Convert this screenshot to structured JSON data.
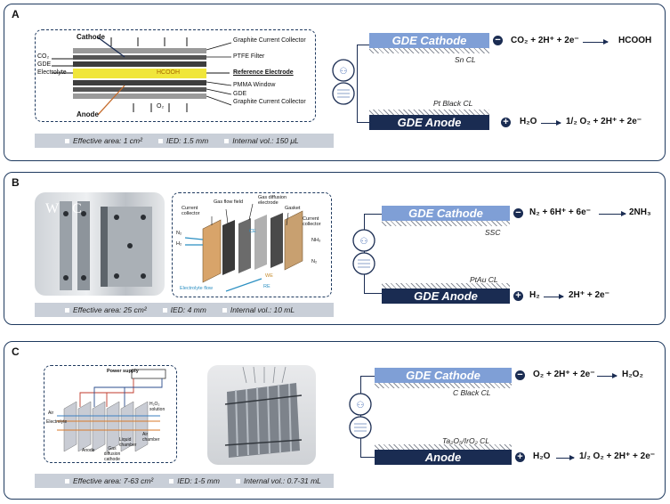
{
  "panels": [
    {
      "label": "A",
      "info": [
        "Effective area: 1 cm²",
        "IED: 1.5 mm",
        "Internal vol.: 150 μL"
      ],
      "schematic_labels": {
        "cathode": "Cathode",
        "co2": "CO₂",
        "gde_left": "GDE",
        "electrolyte": "Electrolyte",
        "hcooh": "HCOOH",
        "o2": "O₂",
        "anode": "Anode",
        "right": [
          "Graphite Current Collector",
          "PTFE Filter",
          "Reference Electrode",
          "PMMA Window",
          "GDE",
          "Graphite Current Collector"
        ]
      },
      "cathode_label": "GDE Cathode",
      "cathode_cl": "Sn CL",
      "anode_label": "GDE Anode",
      "anode_cl": "Pt Black CL",
      "cathode_reaction": "CO₂ + 2H⁺ + 2e⁻",
      "cathode_product": "HCOOH",
      "anode_reaction": "H₂O",
      "anode_product": "1/₂ O₂ + 2H⁺ + 2e⁻"
    },
    {
      "label": "B",
      "info": [
        "Effective area: 25 cm²",
        "IED: 4 mm",
        "Internal vol.: 10 mL"
      ],
      "photo_letters": [
        "W",
        "C"
      ],
      "schematic_labels": {
        "gas_flow_field": "Gas flow field",
        "gas_diffusion_electrode": "Gas diffusion electrode",
        "current_collector_l": "Current collector",
        "current_collector_r": "Current collector",
        "gasket": "Gasket",
        "electrolyte_flow": "Electrolyte flow",
        "n2": "N₂",
        "h2": "H₂",
        "nh3": "NH₃",
        "we": "WE",
        "re": "RE",
        "ce": "CE"
      },
      "cathode_label": "GDE Cathode",
      "cathode_cl": "SSC",
      "anode_label": "GDE Anode",
      "anode_cl": "PtAu CL",
      "cathode_reaction": "N₂ + 6H⁺ + 6e⁻",
      "cathode_product": "2NH₃",
      "anode_reaction": "H₂",
      "anode_product": "2H⁺ + 2e⁻"
    },
    {
      "label": "C",
      "info": [
        "Effective area: 7-63 cm²",
        "IED: 1-5 mm",
        "Internal vol.: 0.7-31 mL"
      ],
      "schematic_labels": {
        "power_supply": "Power supply",
        "h2o2_solution": "H₂O₂ solution",
        "air": "Air",
        "electrolyte": "Electrolyte",
        "anode": "Anode",
        "gdc": "Gas diffusion cathode",
        "liquid_chamber": "Liquid chamber",
        "air_chamber": "Air chamber"
      },
      "cathode_label": "GDE Cathode",
      "cathode_cl": "C Black CL",
      "anode_label": "Anode",
      "anode_cl": "Ta₂O₅/IrO₂ CL",
      "cathode_reaction": "O₂ + 2H⁺ + 2e⁻",
      "cathode_product": "H₂O₂",
      "anode_reaction": "H₂O",
      "anode_product": "1/₂ O₂ + 2H⁺ + 2e⁻"
    }
  ],
  "symbols": {
    "minus": "−",
    "plus": "+"
  },
  "colors": {
    "cathode_bar": "#7f9fd6",
    "anode_bar": "#1a2c52",
    "border": "#1f3a5f",
    "info_bar": "#c9cfd8"
  }
}
